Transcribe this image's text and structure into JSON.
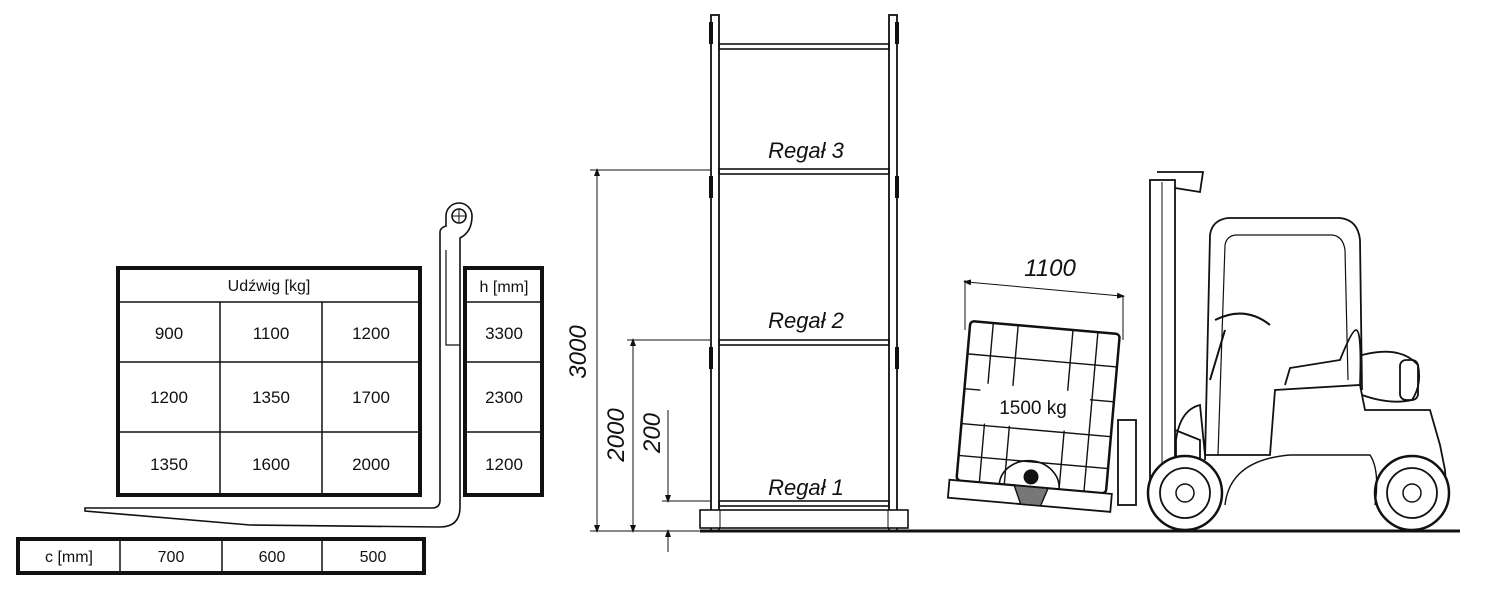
{
  "capacity_table": {
    "header": "Udźwig [kg]",
    "rows": [
      [
        "900",
        "1100",
        "1200"
      ],
      [
        "1200",
        "1350",
        "1700"
      ],
      [
        "1350",
        "1600",
        "2000"
      ]
    ]
  },
  "height_table": {
    "header": "h [mm]",
    "values": [
      "3300",
      "2300",
      "1200"
    ]
  },
  "center_table": {
    "header": "c [mm]",
    "values": [
      "700",
      "600",
      "500"
    ]
  },
  "rack": {
    "shelves": [
      "Regał 3",
      "Regał 2",
      "Regał 1"
    ]
  },
  "dimensions": {
    "d3000": "3000",
    "d2000": "2000",
    "d200": "200",
    "width": "1100"
  },
  "load": {
    "label": "1500 kg"
  },
  "colors": {
    "line": "#111111",
    "background": "#ffffff"
  }
}
